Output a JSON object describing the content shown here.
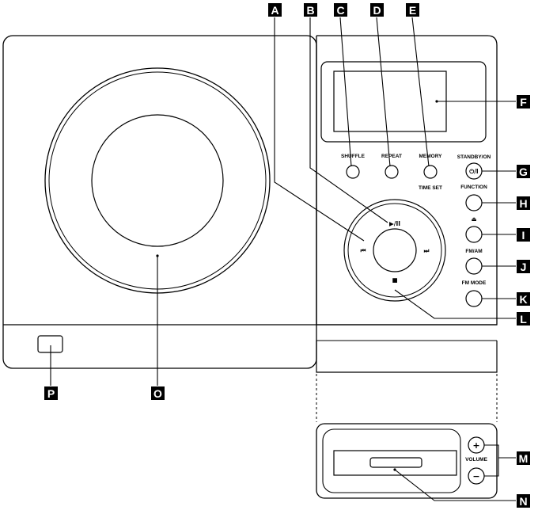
{
  "callouts": {
    "A": "A",
    "B": "B",
    "C": "C",
    "D": "D",
    "E": "E",
    "F": "F",
    "G": "G",
    "H": "H",
    "I": "I",
    "J": "J",
    "K": "K",
    "L": "L",
    "M": "M",
    "N": "N",
    "O": "O",
    "P": "P"
  },
  "labels": {
    "shuffle": "SHUFFLE",
    "repeat": "REPEAT",
    "memory": "MEMORY",
    "time_set": "TIME SET",
    "standby_on": "STANDBY/ON",
    "function": "FUNCTION",
    "fm_am": "FM/AM",
    "fm_mode": "FM MODE",
    "volume": "VOLUME"
  },
  "glyphs": {
    "power": "⏻/I",
    "eject": "⏏",
    "play_pause": "▶/II",
    "prev": "⏮",
    "next": "⏭",
    "stop": "■",
    "vol_up": "+",
    "vol_down": "−"
  }
}
